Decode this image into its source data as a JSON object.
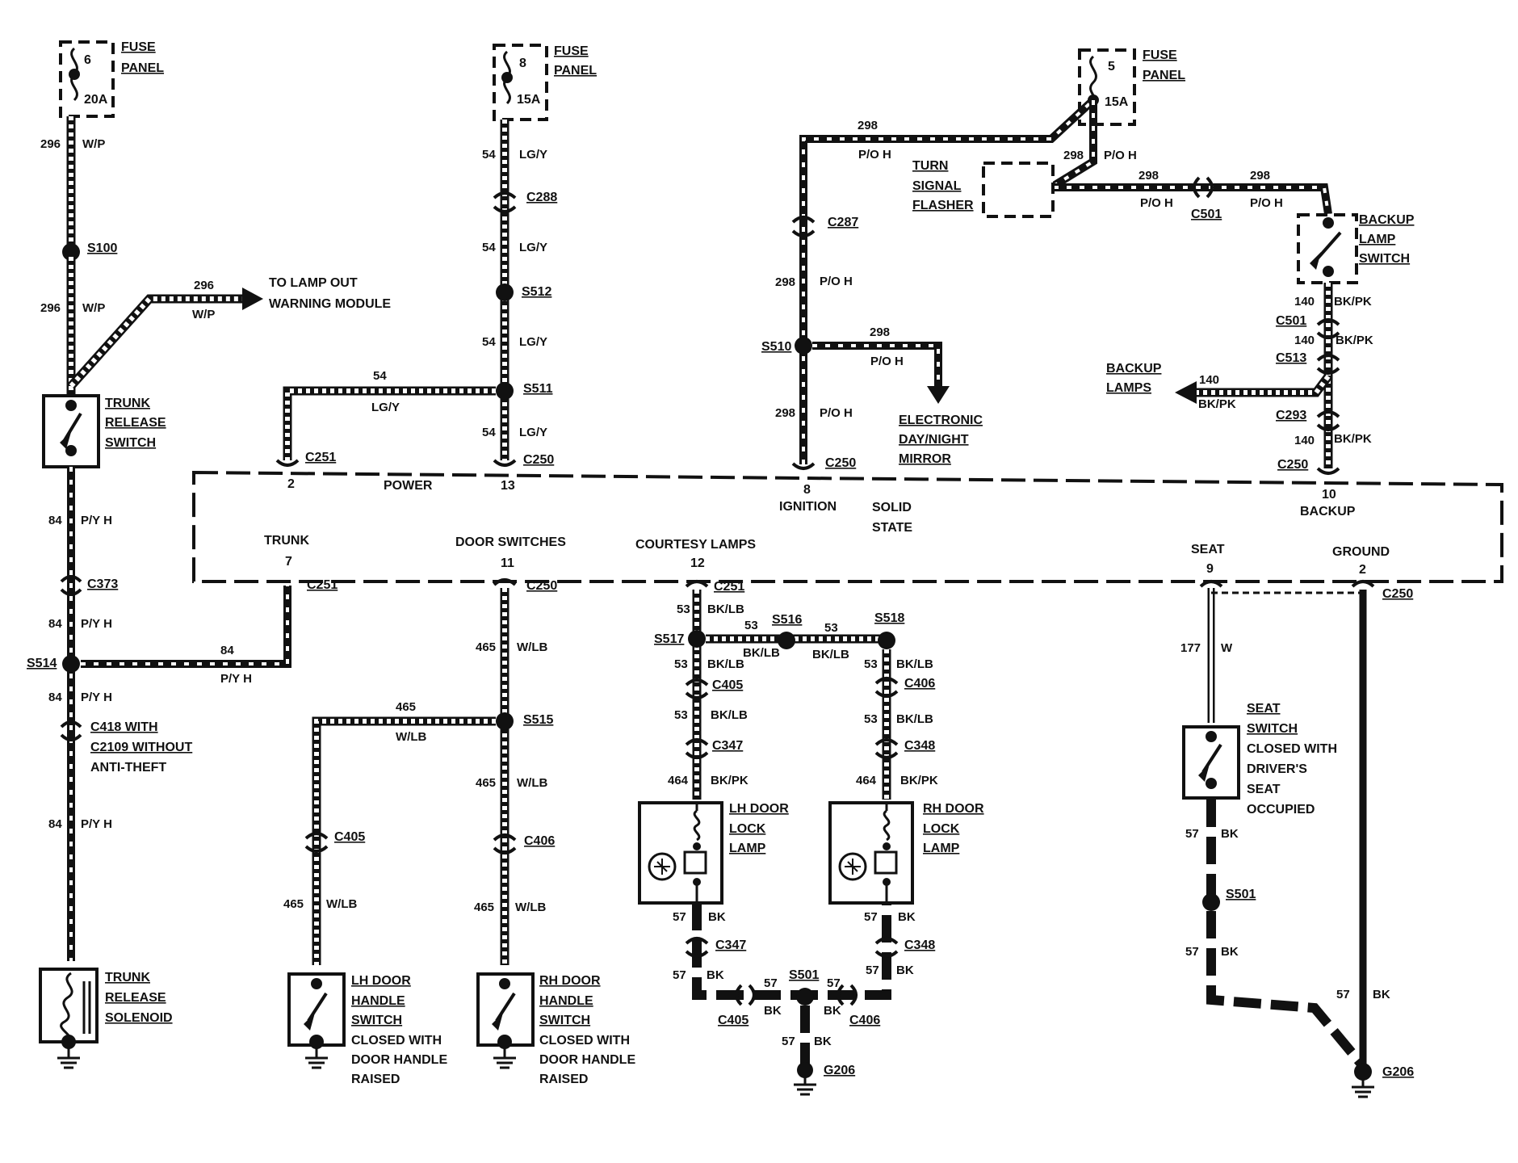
{
  "fuses": [
    {
      "number": "6",
      "rating": "20A",
      "label1": "FUSE",
      "label2": "PANEL"
    },
    {
      "number": "8",
      "rating": "15A",
      "label1": "FUSE",
      "label2": "PANEL"
    },
    {
      "number": "5",
      "rating": "15A",
      "label1": "FUSE",
      "label2": "PANEL"
    }
  ],
  "module": {
    "pins_top": [
      {
        "pin": "2",
        "conn": "C251",
        "name": "POWER"
      },
      {
        "pin": "13",
        "conn": "C250",
        "name": ""
      },
      {
        "pin": "8",
        "conn": "C250",
        "name": "IGNITION"
      },
      {
        "pin": "10",
        "conn": "C250",
        "name": "BACKUP"
      }
    ],
    "solid_state_1": "SOLID",
    "solid_state_2": "STATE",
    "pins_bottom": [
      {
        "name": "TRUNK",
        "pin": "7",
        "conn": "C251"
      },
      {
        "name": "DOOR SWITCHES",
        "pin": "11",
        "conn": "C250"
      },
      {
        "name": "COURTESY LAMPS",
        "pin": "12",
        "conn": "C251"
      },
      {
        "name": "SEAT",
        "pin": "9",
        "conn": ""
      },
      {
        "name": "GROUND",
        "pin": "2",
        "conn": "C250"
      }
    ]
  },
  "trunk_circuit": {
    "w296": "296",
    "c_wp": "W/P",
    "s100": "S100",
    "lamp_out_1": "TO LAMP OUT",
    "lamp_out_2": "WARNING MODULE",
    "trunk_sw": [
      "TRUNK",
      "RELEASE",
      "SWITCH"
    ],
    "w84": "84",
    "c_pyh": "P/Y H",
    "c373": "C373",
    "s514": "S514",
    "c418_1": "C418 WITH",
    "c418_2": "C2109 WITHOUT",
    "c418_3": "ANTI-THEFT",
    "solenoid": [
      "TRUNK",
      "RELEASE",
      "SOLENOID"
    ]
  },
  "power_circuit": {
    "w54": "54",
    "c_lgy": "LG/Y",
    "c288": "C288",
    "s512": "S512",
    "s511": "S511"
  },
  "ignition_circuit": {
    "w298": "298",
    "c_poh": "P/O H",
    "c287": "C287",
    "s510": "S510",
    "mirror": [
      "ELECTRONIC",
      "DAY/NIGHT",
      "MIRROR"
    ],
    "flasher": [
      "TURN",
      "SIGNAL",
      "FLASHER"
    ],
    "c501": "C501"
  },
  "backup_circuit": {
    "switch": [
      "BACKUP",
      "LAMP",
      "SWITCH"
    ],
    "w140": "140",
    "c_bkpk": "BK/PK",
    "c501": "C501",
    "c513": "C513",
    "c293": "C293",
    "lamps": [
      "BACKUP",
      "LAMPS"
    ]
  },
  "door_circuit": {
    "w465": "465",
    "c_wlb": "W/LB",
    "s515": "S515",
    "c405": "C405",
    "c406": "C406",
    "lh": [
      "LH DOOR",
      "HANDLE",
      "SWITCH",
      "CLOSED WITH",
      "DOOR HANDLE",
      "RAISED"
    ],
    "rh": [
      "RH DOOR",
      "HANDLE",
      "SWITCH",
      "CLOSED WITH",
      "DOOR HANDLE",
      "RAISED"
    ]
  },
  "courtesy_circuit": {
    "w53": "53",
    "c_bklb": "BK/LB",
    "s517": "S517",
    "s516": "S516",
    "s518": "S518",
    "c405": "C405",
    "c406": "C406",
    "c347": "C347",
    "c348": "C348",
    "w464": "464",
    "c_bkpk": "BK/PK",
    "lh_lamp": [
      "LH DOOR",
      "LOCK",
      "LAMP"
    ],
    "rh_lamp": [
      "RH DOOR",
      "LOCK",
      "LAMP"
    ],
    "w57": "57",
    "c_bk": "BK",
    "s501": "S501",
    "g206": "G206"
  },
  "seat_circuit": {
    "w177": "177",
    "c_w": "W",
    "switch": [
      "SEAT",
      "SWITCH",
      "CLOSED WITH",
      "DRIVER'S",
      "SEAT",
      "OCCUPIED"
    ],
    "w57": "57",
    "c_bk": "BK",
    "s501": "S501",
    "g206": "G206"
  }
}
